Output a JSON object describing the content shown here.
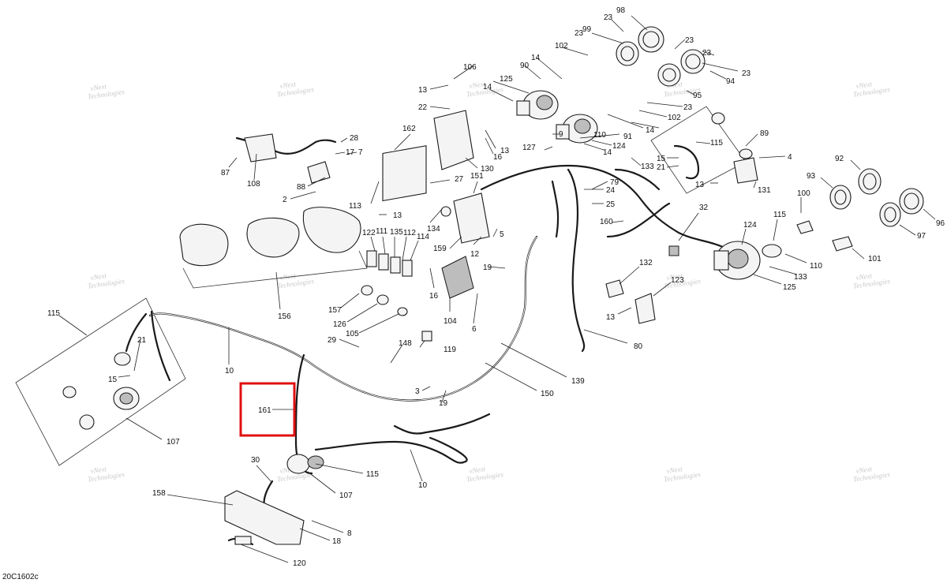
{
  "diagram": {
    "reference_code": "20C1602c",
    "highlighted_callout": "161",
    "highlight_color": "#e01010",
    "watermark": {
      "line1": "vNext",
      "line2": "Technologies"
    },
    "callouts": [
      {
        "id": "98"
      },
      {
        "id": "23a",
        "label": "23"
      },
      {
        "id": "99"
      },
      {
        "id": "23b",
        "label": "23"
      },
      {
        "id": "102a",
        "label": "102"
      },
      {
        "id": "14a",
        "label": "14"
      },
      {
        "id": "90"
      },
      {
        "id": "106"
      },
      {
        "id": "13a",
        "label": "13"
      },
      {
        "id": "125a",
        "label": "125"
      },
      {
        "id": "14b",
        "label": "14"
      },
      {
        "id": "22"
      },
      {
        "id": "23c",
        "label": "23"
      },
      {
        "id": "23d",
        "label": "23"
      },
      {
        "id": "94"
      },
      {
        "id": "95"
      },
      {
        "id": "23e",
        "label": "23"
      },
      {
        "id": "102b",
        "label": "102"
      },
      {
        "id": "14c",
        "label": "14"
      },
      {
        "id": "91"
      },
      {
        "id": "110a",
        "label": "110"
      },
      {
        "id": "124a",
        "label": "124"
      },
      {
        "id": "14d",
        "label": "14"
      },
      {
        "id": "9"
      },
      {
        "id": "162"
      },
      {
        "id": "16a",
        "label": "16"
      },
      {
        "id": "13b",
        "label": "13"
      },
      {
        "id": "130"
      },
      {
        "id": "28"
      },
      {
        "id": "17"
      },
      {
        "id": "7"
      },
      {
        "id": "87"
      },
      {
        "id": "108"
      },
      {
        "id": "88"
      },
      {
        "id": "2"
      },
      {
        "id": "113"
      },
      {
        "id": "13c",
        "label": "13"
      },
      {
        "id": "27"
      },
      {
        "id": "151"
      },
      {
        "id": "134"
      },
      {
        "id": "127"
      },
      {
        "id": "133a",
        "label": "133"
      },
      {
        "id": "21a",
        "label": "21"
      },
      {
        "id": "15a",
        "label": "15"
      },
      {
        "id": "115a",
        "label": "115"
      },
      {
        "id": "89"
      },
      {
        "id": "4"
      },
      {
        "id": "13d",
        "label": "13"
      },
      {
        "id": "131"
      },
      {
        "id": "79"
      },
      {
        "id": "24"
      },
      {
        "id": "25"
      },
      {
        "id": "92"
      },
      {
        "id": "93"
      },
      {
        "id": "100"
      },
      {
        "id": "96"
      },
      {
        "id": "97"
      },
      {
        "id": "101"
      },
      {
        "id": "122"
      },
      {
        "id": "111"
      },
      {
        "id": "135"
      },
      {
        "id": "112"
      },
      {
        "id": "114"
      },
      {
        "id": "5"
      },
      {
        "id": "159"
      },
      {
        "id": "12"
      },
      {
        "id": "160"
      },
      {
        "id": "32"
      },
      {
        "id": "124b",
        "label": "124"
      },
      {
        "id": "115b",
        "label": "115"
      },
      {
        "id": "110b",
        "label": "110"
      },
      {
        "id": "133b",
        "label": "133"
      },
      {
        "id": "125b",
        "label": "125"
      },
      {
        "id": "19a",
        "label": "19"
      },
      {
        "id": "132"
      },
      {
        "id": "123"
      },
      {
        "id": "13e",
        "label": "13"
      },
      {
        "id": "156"
      },
      {
        "id": "157"
      },
      {
        "id": "126"
      },
      {
        "id": "105"
      },
      {
        "id": "16b",
        "label": "16"
      },
      {
        "id": "104"
      },
      {
        "id": "6"
      },
      {
        "id": "80"
      },
      {
        "id": "115c",
        "label": "115"
      },
      {
        "id": "21b",
        "label": "21"
      },
      {
        "id": "15b",
        "label": "15"
      },
      {
        "id": "10a",
        "label": "10"
      },
      {
        "id": "107a",
        "label": "107"
      },
      {
        "id": "29"
      },
      {
        "id": "148"
      },
      {
        "id": "119"
      },
      {
        "id": "139"
      },
      {
        "id": "150"
      },
      {
        "id": "3"
      },
      {
        "id": "19b",
        "label": "19"
      },
      {
        "id": "161"
      },
      {
        "id": "30"
      },
      {
        "id": "115d",
        "label": "115"
      },
      {
        "id": "107b",
        "label": "107"
      },
      {
        "id": "10b",
        "label": "10"
      },
      {
        "id": "158"
      },
      {
        "id": "8"
      },
      {
        "id": "18"
      },
      {
        "id": "120"
      }
    ]
  }
}
